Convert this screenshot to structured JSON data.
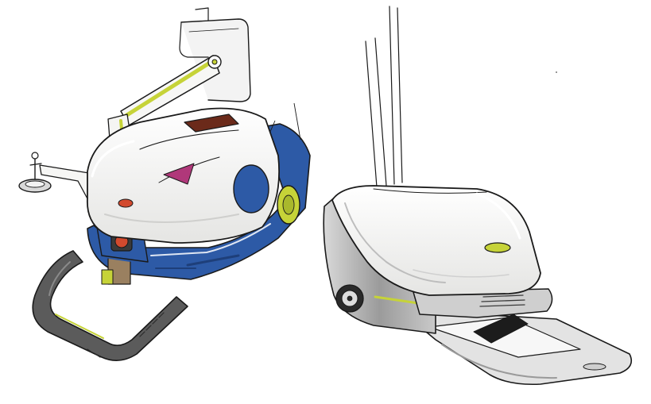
{
  "image": {
    "kind": "marker concept sketch",
    "subjects": [
      {
        "name": "robotic-cart-with-arm",
        "colors": {
          "shell": "#f4f4f2",
          "accent": "#2d5aa6",
          "lime": "#c6d338",
          "maroon": "#6b2a1a"
        }
      },
      {
        "name": "hooded-cart-with-tray",
        "colors": {
          "shell": "#f1f1f1",
          "grey": "#b8b8b8",
          "dark": "#2a2a2a",
          "lime": "#c6d338"
        }
      }
    ],
    "paper_color": "#ffffff",
    "ink_color": "#1a1a1a"
  }
}
